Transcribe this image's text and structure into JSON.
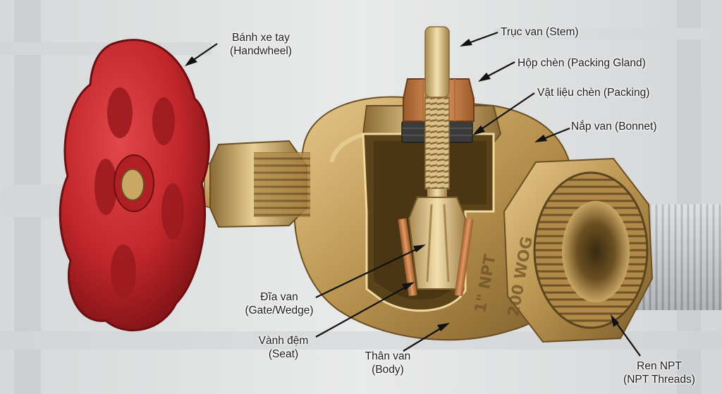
{
  "labels": {
    "handwheel": {
      "vi": "Bánh xe tay",
      "en": "(Handwheel)"
    },
    "stem": {
      "text": "Trục van (Stem)"
    },
    "packing_gland": {
      "text": "Hộp chèn (Packing Gland)"
    },
    "packing": {
      "text": "Vật liệu chèn (Packing)"
    },
    "bonnet": {
      "text": "Nắp van (Bonnet)"
    },
    "gate": {
      "vi": "Đĩa van",
      "en": "(Gate/Wedge)"
    },
    "seat": {
      "vi": "Vành đệm",
      "en": "(Seat)"
    },
    "body": {
      "vi": "Thân van",
      "en": "(Body)"
    },
    "threads": {
      "vi": "Ren NPT",
      "en": "(NPT Threads)"
    }
  },
  "body_stamp": {
    "size": "1\" NPT",
    "rating": "200 WOG"
  },
  "colors": {
    "brass": "#b8924e",
    "brass_light": "#d9b978",
    "brass_dark": "#7a5c2a",
    "handwheel_red": "#c0262a",
    "packing_dark": "#3b3b3b",
    "pipe_gray": "#c9cccf"
  }
}
